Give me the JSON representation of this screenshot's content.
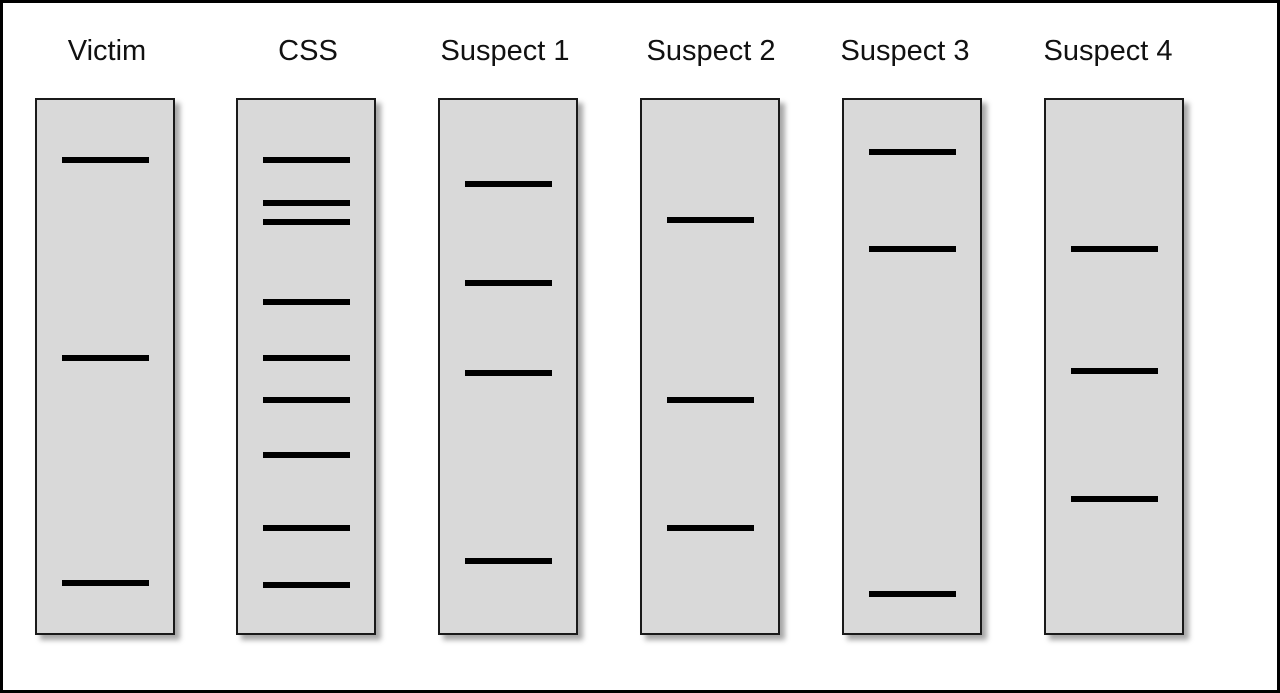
{
  "lanes": [
    {
      "label": "Victim",
      "bands": [
        157,
        355,
        580
      ]
    },
    {
      "label": "CSS",
      "bands": [
        157,
        200,
        219,
        299,
        355,
        397,
        452,
        525,
        582
      ]
    },
    {
      "label": "Suspect 1",
      "bands": [
        181,
        280,
        370,
        558
      ]
    },
    {
      "label": "Suspect 2",
      "bands": [
        217,
        397,
        525
      ]
    },
    {
      "label": "Suspect 3",
      "bands": [
        149,
        246,
        591
      ]
    },
    {
      "label": "Suspect 4",
      "bands": [
        246,
        368,
        496
      ]
    }
  ],
  "colors": {
    "gel": "#d9d9d9",
    "band": "#000000",
    "border": "#1a1a1a"
  }
}
